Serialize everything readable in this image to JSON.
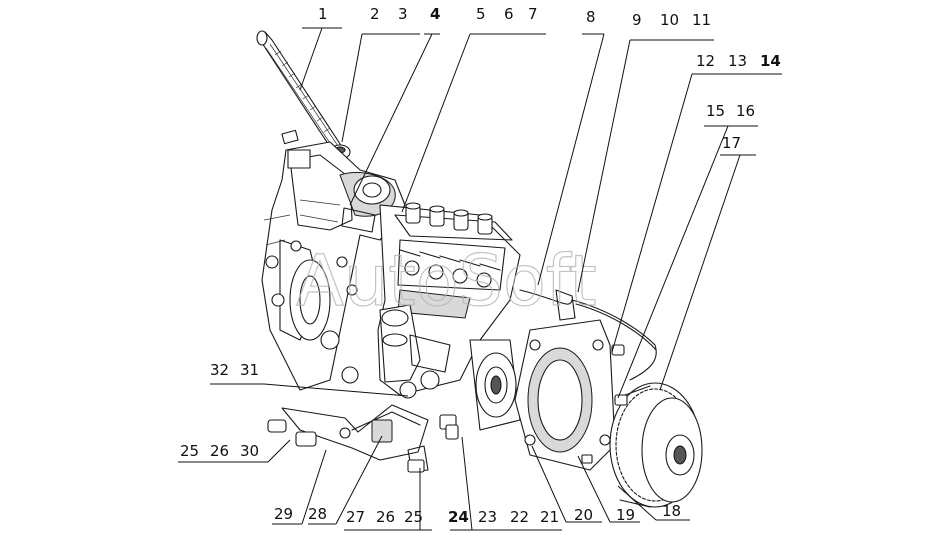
{
  "watermark": "AutoSoft",
  "callouts": [
    {
      "id": "c1",
      "label": "1"
    },
    {
      "id": "c2",
      "label": "2"
    },
    {
      "id": "c3",
      "label": "3"
    },
    {
      "id": "c4",
      "label": "4"
    },
    {
      "id": "c5",
      "label": "5"
    },
    {
      "id": "c6",
      "label": "6"
    },
    {
      "id": "c7",
      "label": "7"
    },
    {
      "id": "c8",
      "label": "8"
    },
    {
      "id": "c9",
      "label": "9"
    },
    {
      "id": "c10",
      "label": "10"
    },
    {
      "id": "c11",
      "label": "11"
    },
    {
      "id": "c12",
      "label": "12"
    },
    {
      "id": "c13",
      "label": "13"
    },
    {
      "id": "c14",
      "label": "14"
    },
    {
      "id": "c15",
      "label": "15"
    },
    {
      "id": "c16",
      "label": "16"
    },
    {
      "id": "c17",
      "label": "17"
    },
    {
      "id": "c18",
      "label": "18"
    },
    {
      "id": "c19",
      "label": "19"
    },
    {
      "id": "c20",
      "label": "20"
    },
    {
      "id": "c21",
      "label": "21"
    },
    {
      "id": "c22",
      "label": "22"
    },
    {
      "id": "c23",
      "label": "23"
    },
    {
      "id": "c24",
      "label": "24"
    },
    {
      "id": "c25a",
      "label": "25"
    },
    {
      "id": "c26a",
      "label": "26"
    },
    {
      "id": "c27",
      "label": "27"
    },
    {
      "id": "c28",
      "label": "28"
    },
    {
      "id": "c29",
      "label": "29"
    },
    {
      "id": "c30",
      "label": "30"
    },
    {
      "id": "c25b",
      "label": "25"
    },
    {
      "id": "c26b",
      "label": "26"
    },
    {
      "id": "c31",
      "label": "31"
    },
    {
      "id": "c32",
      "label": "32"
    }
  ]
}
